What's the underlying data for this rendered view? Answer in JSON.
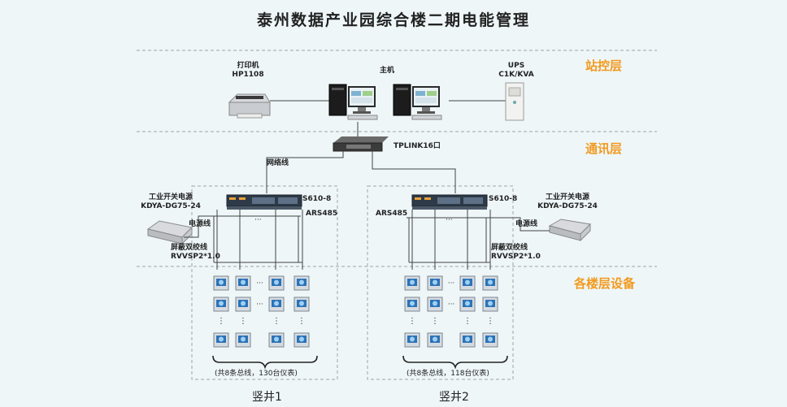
{
  "title": "泰州数据产业园综合楼二期电能管理",
  "layers": {
    "station": "站控层",
    "comm": "通讯层",
    "floor": "各楼层设备"
  },
  "station": {
    "printer_line1": "打印机",
    "printer_line2": "HP1108",
    "host": "主机",
    "ups_line1": "UPS",
    "ups_line2": "C1K/KVA"
  },
  "comm": {
    "switch": "TPLINK16口",
    "network_cable": "网络线"
  },
  "shaft1": {
    "psu_line1": "工业开关电源",
    "psu_line2": "KDYA-DG75-24",
    "power_line": "电源线",
    "gateway": "S610-8",
    "bus": "ARS485",
    "cable_line1": "屏蔽双绞线",
    "cable_line2": "RVVSP2*1.0",
    "summary": "(共8条总线，130台仪表)",
    "name": "竖井1",
    "dots": "···"
  },
  "shaft2": {
    "psu_line1": "工业开关电源",
    "psu_line2": "KDYA-DG75-24",
    "power_line": "电源线",
    "gateway": "S610-8",
    "bus": "ARS485",
    "cable_line1": "屏蔽双绞线",
    "cable_line2": "RVVSP2*1.0",
    "summary": "(共8条总线，118台仪表)",
    "name": "竖井2",
    "dots": "···"
  },
  "colors": {
    "background": "#eef6f8",
    "accent": "#f29a1e",
    "line": "#555555",
    "dashed": "#9aa7ad"
  }
}
